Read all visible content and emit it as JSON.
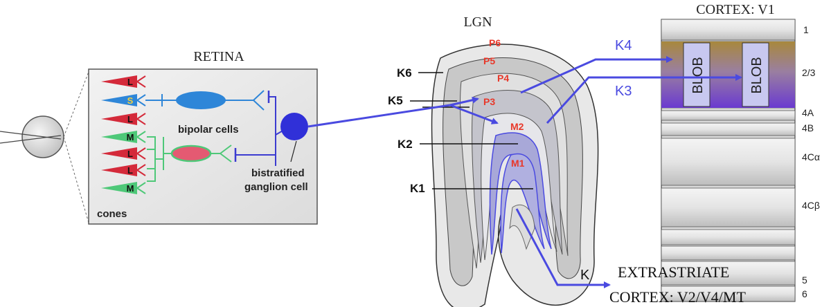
{
  "retina": {
    "title": "RETINA",
    "cones_label": "cones",
    "cone_types": [
      "L",
      "S",
      "L",
      "M",
      "L",
      "L",
      "M"
    ],
    "bipolar_label": "bipolar cells",
    "ganglion_label_1": "bistratified",
    "ganglion_label_2": "ganglion cell"
  },
  "lgn": {
    "title": "LGN",
    "parvo_layers": [
      "P6",
      "P5",
      "P4",
      "P3"
    ],
    "magno_layers": [
      "M2",
      "M1"
    ],
    "konio_labels": [
      "K6",
      "K5",
      "K2",
      "K1"
    ]
  },
  "cortex": {
    "title": "CORTEX: V1",
    "layers": [
      "1",
      "2/3",
      "4A",
      "4B",
      "4Cα",
      "4Cβ",
      "5",
      "6"
    ],
    "blob_label": "BLOB"
  },
  "pathways": {
    "k4": "K4",
    "k3": "K3",
    "k": "K"
  },
  "extrastriate": {
    "line1": "EXTRASTRIATE",
    "line2": "CORTEX:  V2/V4/MT"
  },
  "colors": {
    "pathway": "#4a4ae0",
    "l_cone": "#d42a3a",
    "s_cone": "#2e86d8",
    "m_cone": "#4ec878",
    "layer_label": "#e8382a",
    "blob_band_top": "#a8883c",
    "blob_band_bottom": "#6a3ad0"
  }
}
